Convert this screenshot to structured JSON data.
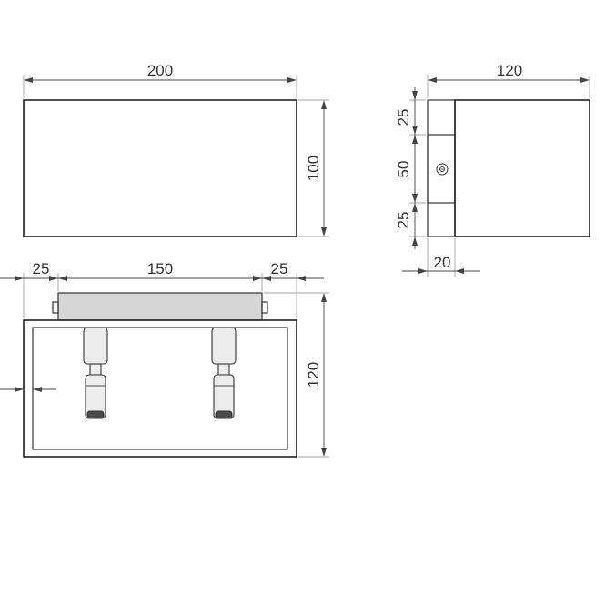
{
  "drawing": {
    "front": {
      "width_label": "200",
      "height_label": "100"
    },
    "side": {
      "width_label": "120",
      "seg_top_label": "25",
      "seg_mid_label": "50",
      "seg_bot_label": "25",
      "mount_depth_label": "20"
    },
    "bottom": {
      "left_offset_label": "25",
      "center_label": "150",
      "right_offset_label": "25",
      "height_label": "120"
    }
  }
}
